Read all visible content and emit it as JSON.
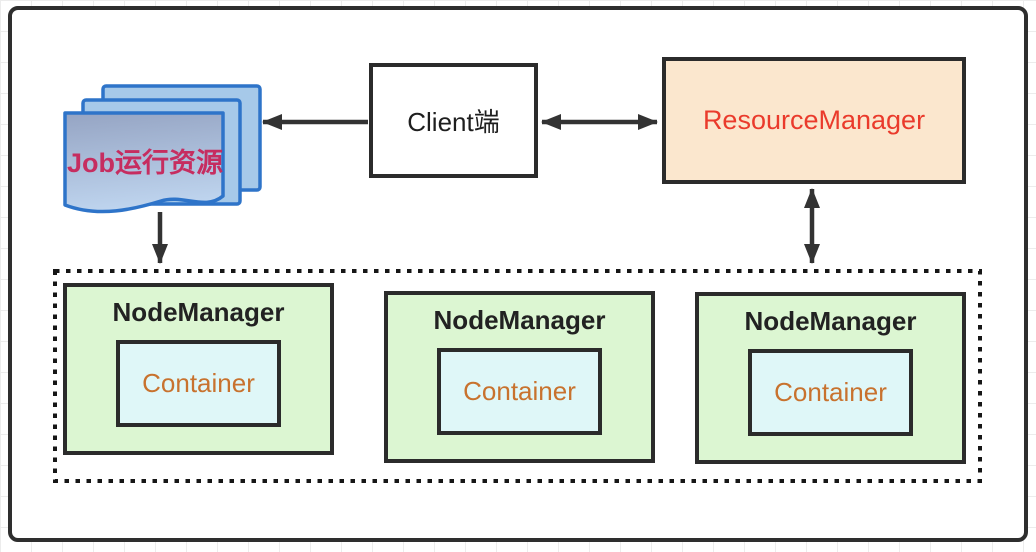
{
  "diagram": {
    "job_resources": {
      "label": "Job运行资源"
    },
    "client": {
      "label": "Client端"
    },
    "resource_manager": {
      "label": "ResourceManager"
    },
    "cluster": {
      "nodes": [
        {
          "title": "NodeManager",
          "container_label": "Container"
        },
        {
          "title": "NodeManager",
          "container_label": "Container"
        },
        {
          "title": "NodeManager",
          "container_label": "Container"
        }
      ]
    },
    "arrows": [
      {
        "name": "client-to-job-resources",
        "orientation": "horizontal",
        "heads": 1,
        "points_to": "job-resources"
      },
      {
        "name": "client-resource-manager",
        "orientation": "horizontal",
        "heads": 2
      },
      {
        "name": "resource-manager-cluster",
        "orientation": "vertical",
        "heads": 2
      },
      {
        "name": "job-resources-to-cluster",
        "orientation": "vertical",
        "heads": 1,
        "points_to": "cluster"
      }
    ],
    "colors": {
      "frame_border": "#2e2e2e",
      "box_border": "#2b2b2b",
      "arrow": "#333333",
      "resource_manager_fill": "#fbe7ce",
      "resource_manager_text": "#ea3b2c",
      "node_manager_fill": "#dcf6d2",
      "node_manager_text": "#222222",
      "container_fill": "#dff7f8",
      "container_text": "#c8722e",
      "document_border": "#2e74c9",
      "document_back_fill": "#a6c9e9",
      "document_front_gradient_top": "#95a4c3",
      "document_front_gradient_bottom": "#bed4ee",
      "job_resources_text": "#c62d60",
      "grid_line": "#ececec"
    }
  }
}
